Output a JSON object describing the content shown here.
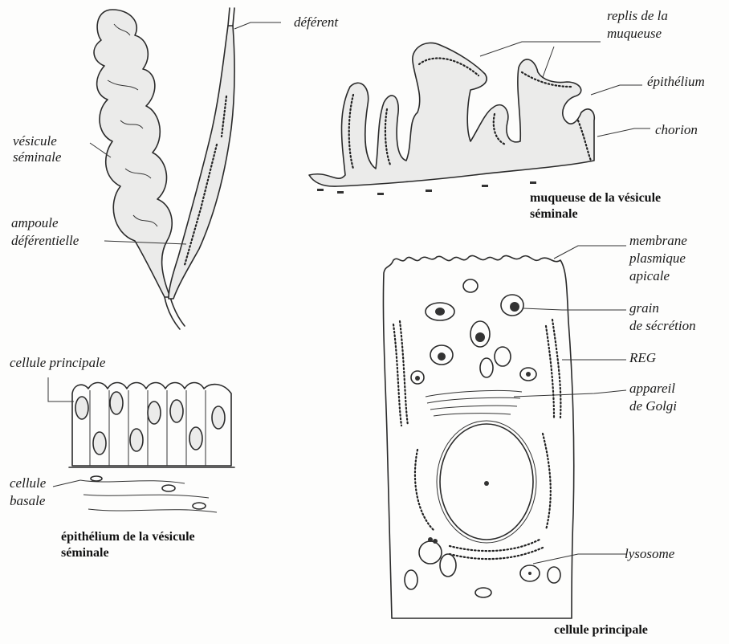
{
  "labels": {
    "deferent": "déférent",
    "vesicule_seminale_1": "vésicule",
    "vesicule_seminale_2": "séminale",
    "ampoule_1": "ampoule",
    "ampoule_2": "déférentielle",
    "replis_1": "replis de la",
    "replis_2": "muqueuse",
    "epithelium": "épithélium",
    "chorion": "chorion",
    "membrane_1": "membrane",
    "membrane_2": "plasmique",
    "membrane_3": "apicale",
    "grain_1": "grain",
    "grain_2": "de sécrétion",
    "reg": "REG",
    "golgi_1": "appareil",
    "golgi_2": "de Golgi",
    "lysosome": "lysosome",
    "cellule_principale_label": "cellule principale",
    "cellule_basale_1": "cellule",
    "cellule_basale_2": "basale"
  },
  "captions": {
    "muqueuse_1": "muqueuse de la vésicule",
    "muqueuse_2": "séminale",
    "epithelium_1": "épithélium de la vésicule",
    "epithelium_2": "séminale",
    "cellule": "cellule principale"
  },
  "colors": {
    "ink": "#2a2a2a",
    "paper": "#fdfdfc",
    "stipple": "#ebebea"
  }
}
